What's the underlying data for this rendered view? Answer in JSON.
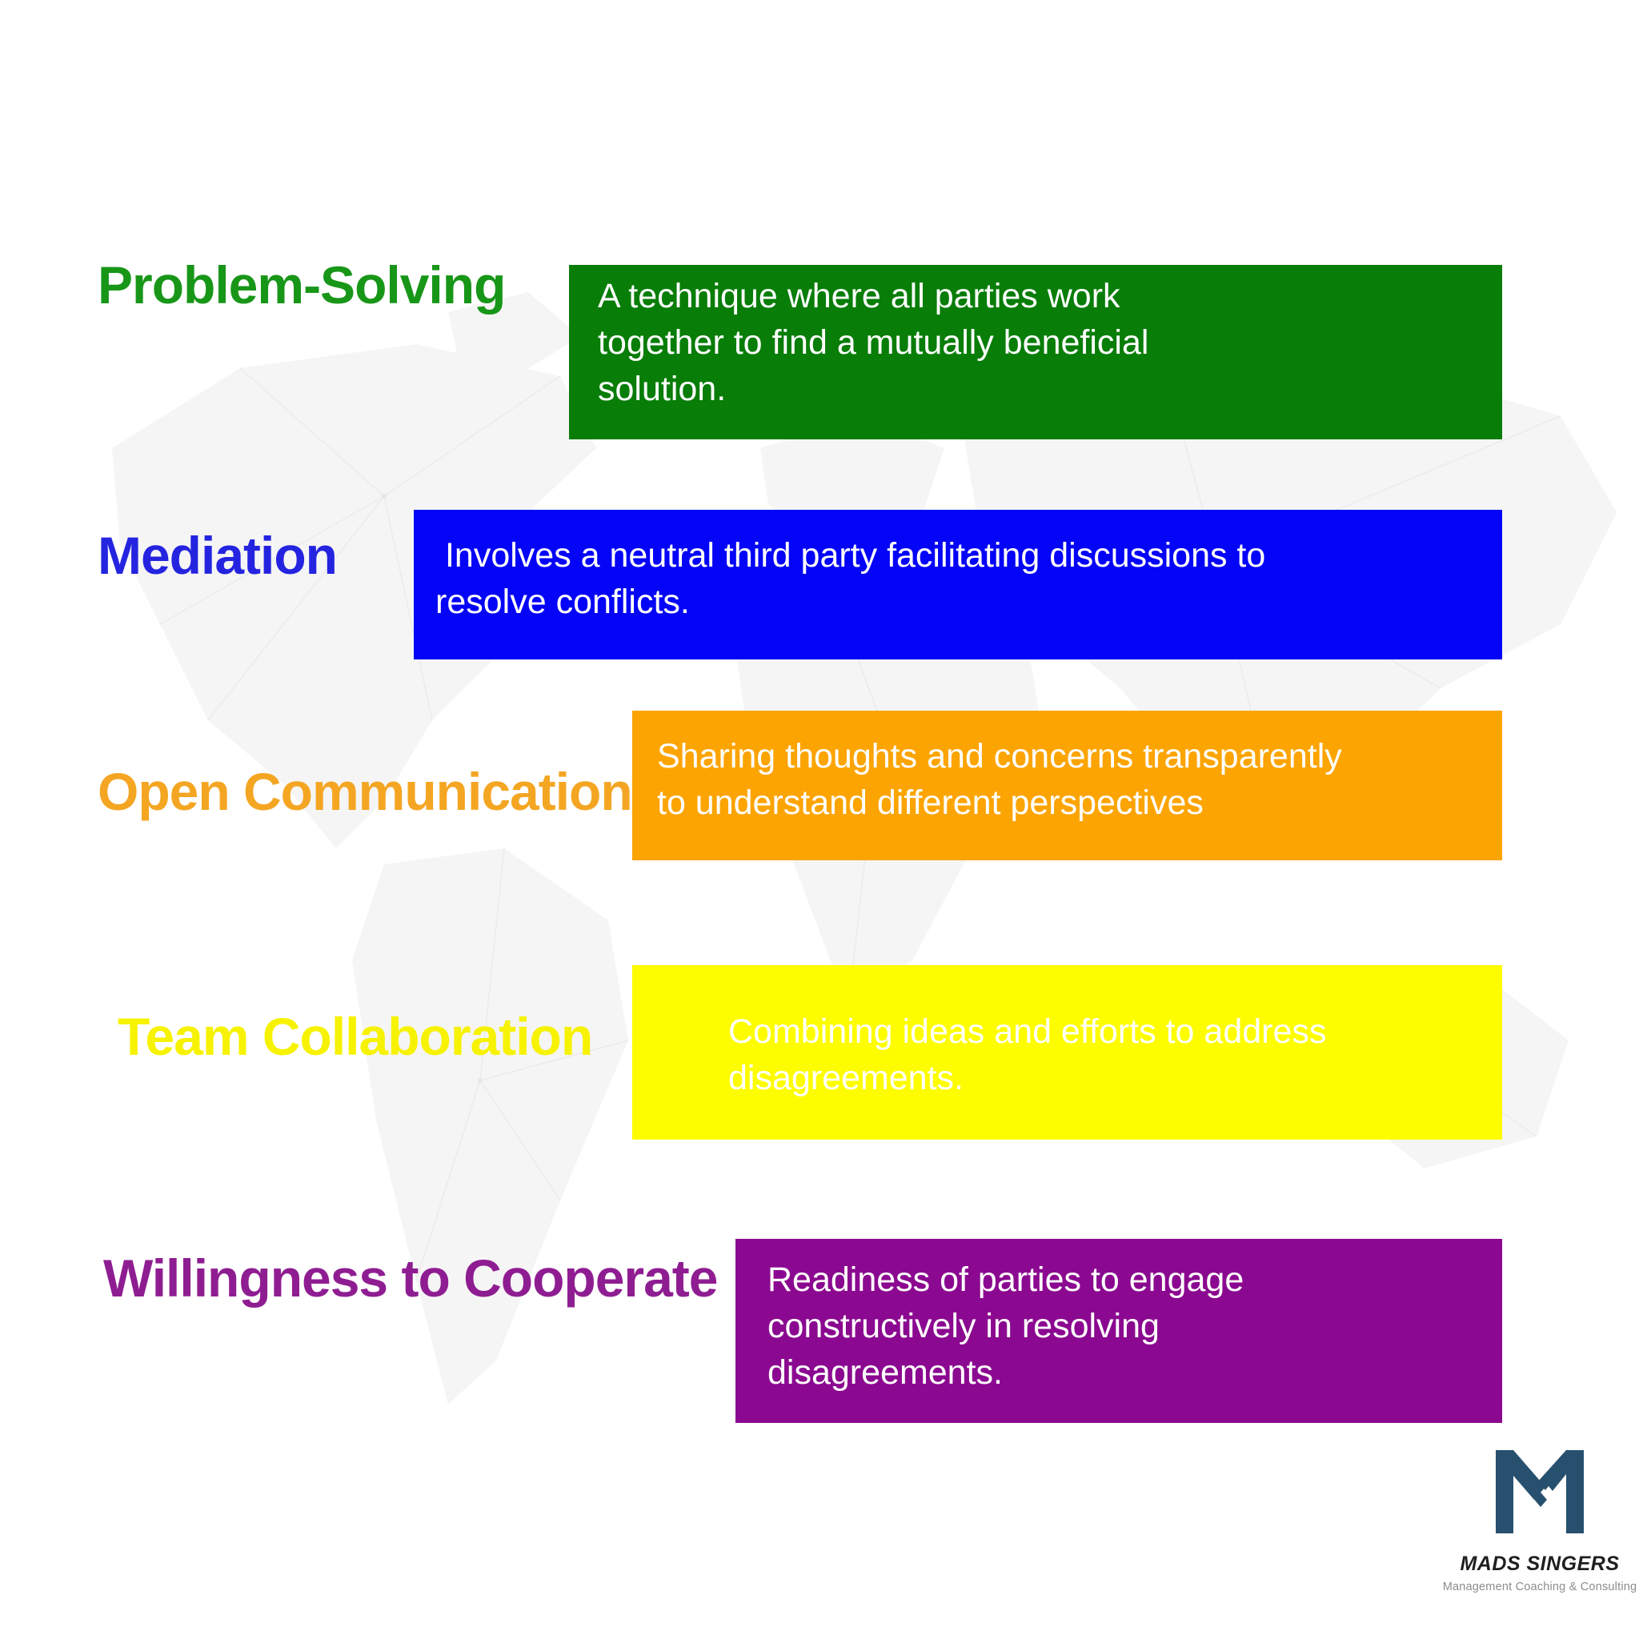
{
  "background_color": "#ffffff",
  "rows": [
    {
      "label": "Problem-Solving",
      "label_color": "#189618",
      "box_color": "#087d08",
      "text_color": "#ffffff",
      "lines": [
        "A technique where all parties work",
        "together to find a mutually beneficial",
        "solution."
      ]
    },
    {
      "label": "Mediation",
      "label_color": "#2424e0",
      "box_color": "#0404f6",
      "text_color": "#ffffff",
      "lines": [
        " Involves a neutral third party facilitating discussions to",
        "resolve conflicts."
      ]
    },
    {
      "label": "Open Communication",
      "label_color": "#f4a623",
      "box_color": "#fca402",
      "text_color": "#ffffff",
      "lines": [
        "Sharing thoughts and concerns transparently",
        "to understand different perspectives"
      ]
    },
    {
      "label": "Team Collaboration",
      "label_color": "#f6f200",
      "box_color": "#fdfd00",
      "text_color": "#ffffff",
      "lines": [
        "Combining ideas and efforts to address",
        "disagreements."
      ]
    },
    {
      "label": "Willingness to Cooperate",
      "label_color": "#8f1d92",
      "box_color": "#8b0990",
      "text_color": "#ffffff",
      "lines": [
        "Readiness of parties to engage",
        "constructively in resolving",
        "disagreements."
      ]
    }
  ],
  "logo": {
    "mark_color": "#27506e",
    "name": "MADS SINGERS",
    "name_color": "#1f1f1f",
    "tagline": "Management Coaching & Consulting",
    "tagline_color": "#8c8c8c"
  }
}
